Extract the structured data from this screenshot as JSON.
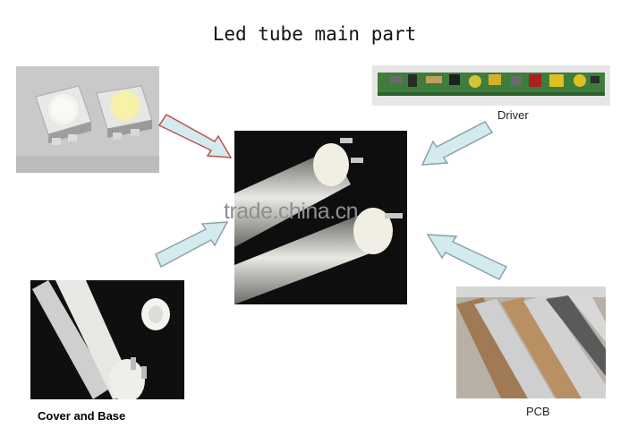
{
  "title": "Led tube main part",
  "captions": {
    "driver": "Driver",
    "cover": "Cover and Base",
    "pcb": "PCB"
  },
  "watermark": "trade.china.cn",
  "colors": {
    "arrow_fill": "#d3ebef",
    "arrow_stroke": "#8aa3ab",
    "arrow_stroke_red": "#c0504d"
  }
}
